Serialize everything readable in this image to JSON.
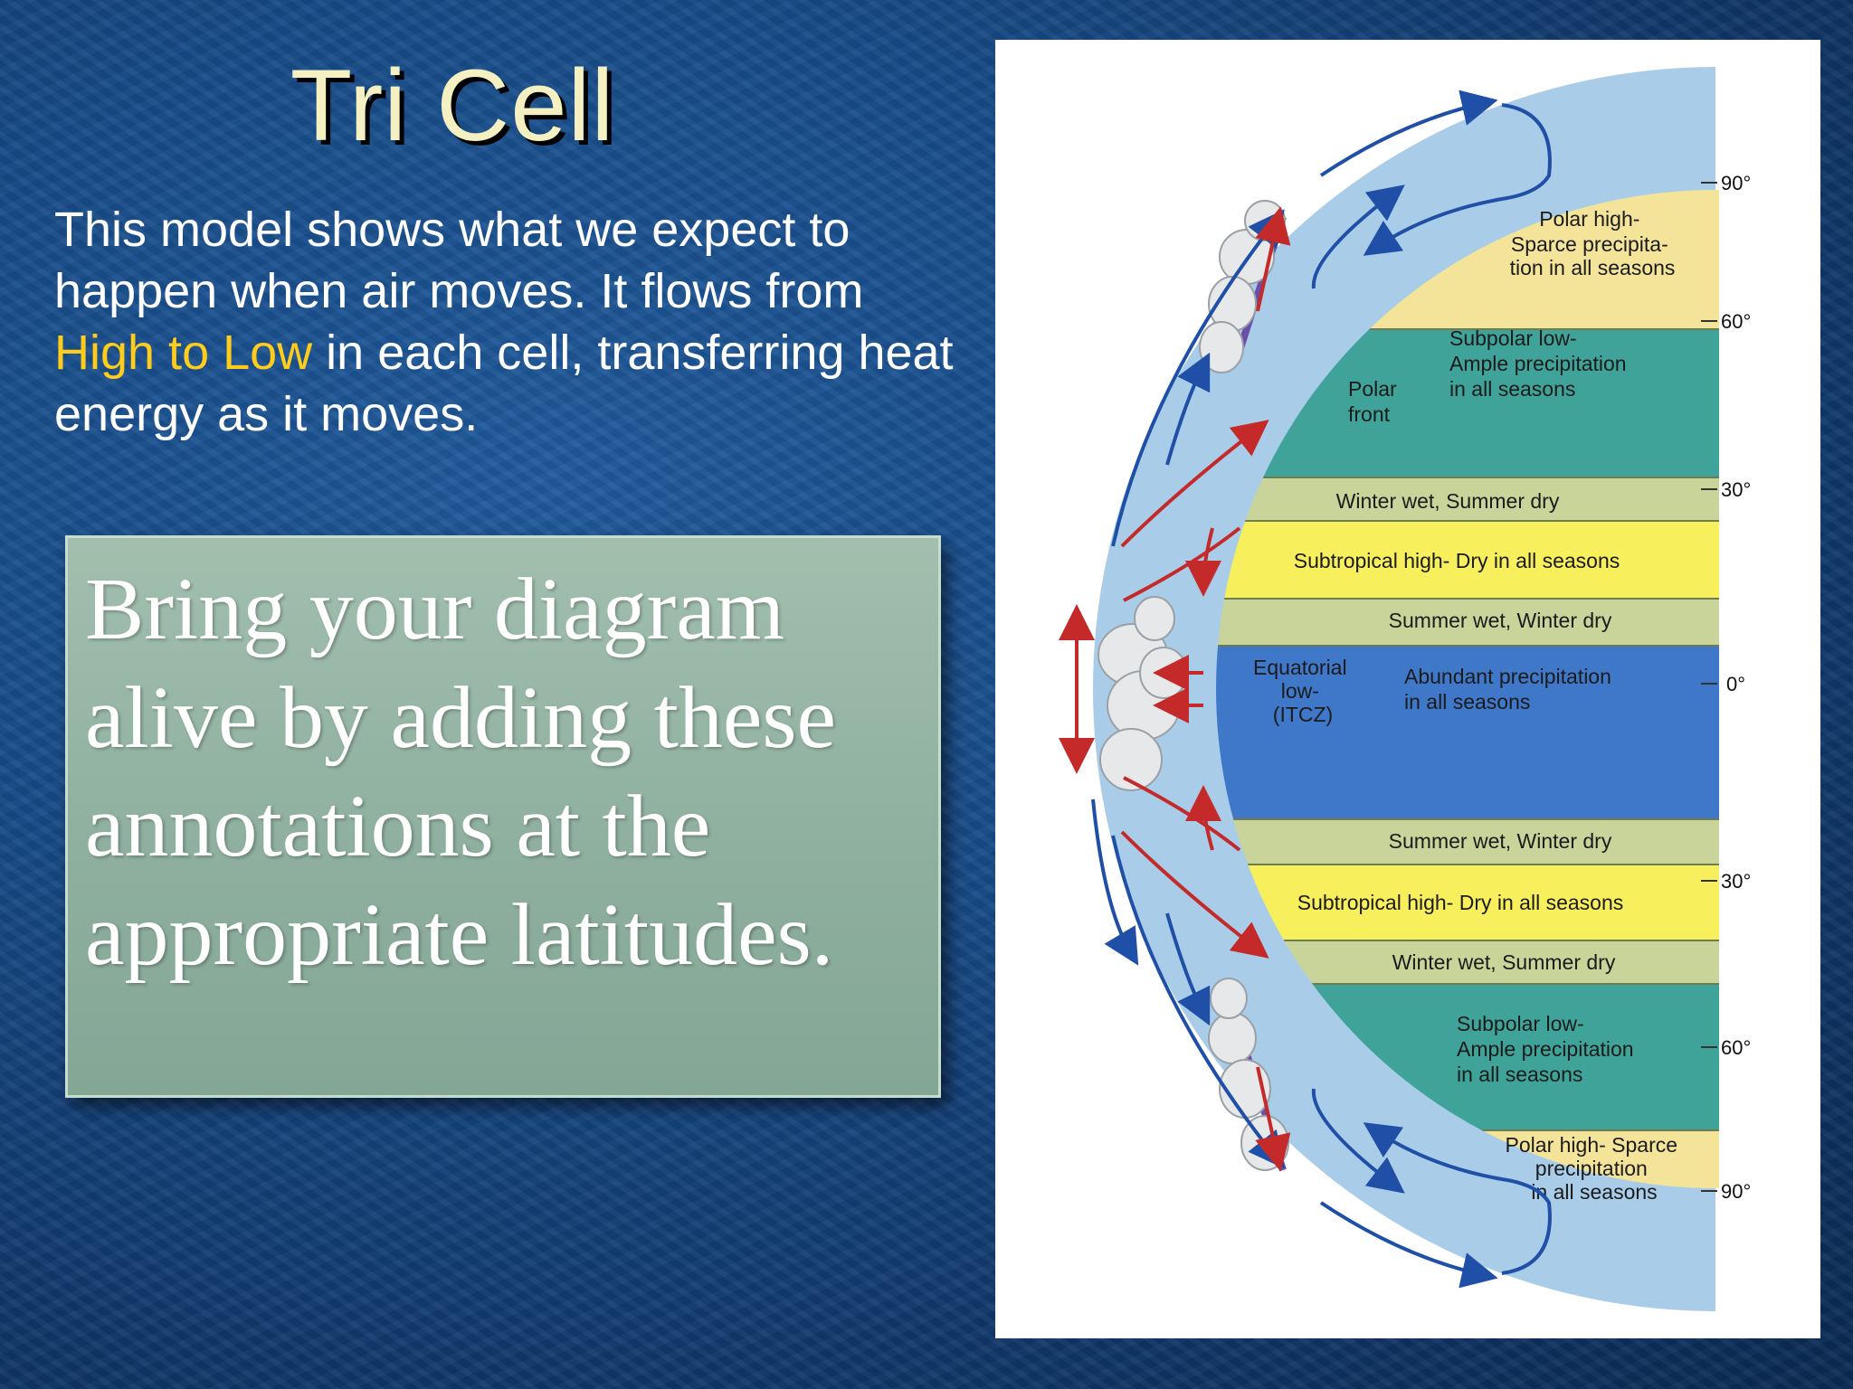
{
  "title": "Tri Cell",
  "intro": {
    "part1": "This model shows what we expect to happen when air moves.  It flows from ",
    "highlight": "High to Low",
    "part2": " in each cell, transferring heat energy as it moves."
  },
  "callout": "Bring your diagram alive by adding these annotations at the appropriate latitudes.",
  "diagram": {
    "bands": {
      "polar_high_n": [
        "Polar high-",
        "Sparce precipita-",
        "tion in all seasons"
      ],
      "subpolar_n": [
        "Subpolar low-",
        "Ample precipitation",
        "in all seasons"
      ],
      "polar_front_n": [
        "Polar",
        "front"
      ],
      "winter_wet_n": "Winter wet, Summer dry",
      "subtropical_n": "Subtropical high- Dry in all seasons",
      "summer_wet_n": "Summer wet, Winter dry",
      "equatorial": [
        "Equatorial",
        "low-",
        "(ITCZ)"
      ],
      "abundant": [
        "Abundant precipitation",
        "in all seasons"
      ],
      "summer_wet_s": "Summer wet, Winter dry",
      "subtropical_s": "Subtropical high- Dry in all seasons",
      "winter_wet_s": "Winter wet, Summer dry",
      "subpolar_s": [
        "Subpolar low-",
        "Ample precipitation",
        "in all seasons"
      ],
      "polar_high_s": [
        "Polar high- Sparce",
        "precipitation",
        "in all seasons"
      ]
    },
    "latitudes": [
      "90°",
      "60°",
      "30°",
      "0°",
      "30°",
      "60°",
      "90°"
    ],
    "colors": {
      "polar_high": "#f3e49a",
      "subpolar": "#3fa39a",
      "transition": "#c9d49a",
      "subtropical": "#f7ef5c",
      "equatorial": "#3f78c9",
      "atmosphere": "#a9cde8",
      "blue_arrow": "#1f4fa6",
      "red_arrow": "#c42a2a"
    }
  }
}
